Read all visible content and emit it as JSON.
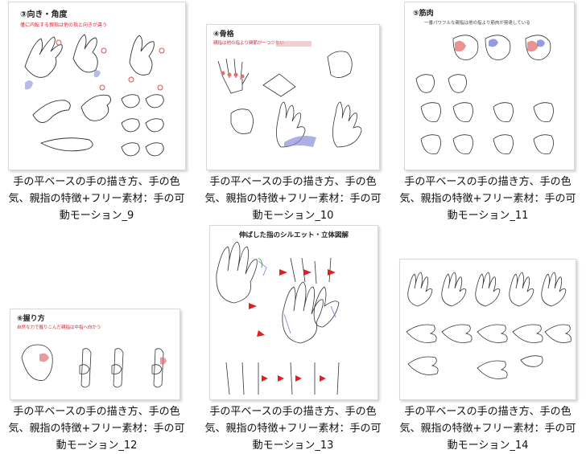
{
  "gallery": {
    "items": [
      {
        "caption_lines": [
          "手の平ベースの手の描き方、手の色",
          "気、親指の特徴+フリー素材：手の可",
          "動モーション_9"
        ],
        "thumb_title": "③向き・角度",
        "thumb_subtitle": "僅に内転する親指は他の指と向きが違う",
        "accent_color": "#d8243a"
      },
      {
        "caption_lines": [
          "手の平ベースの手の描き方、手の色",
          "気、親指の特徴+フリー素材：手の可",
          "動モーション_10"
        ],
        "thumb_title": "④骨格",
        "thumb_subtitle": "親指は他の指より関節が一つ少ない",
        "accent_color": "#d8243a"
      },
      {
        "caption_lines": [
          "手の平ベースの手の描き方、手の色",
          "気、親指の特徴+フリー素材：手の可",
          "動モーション_11"
        ],
        "thumb_title": "⑤筋肉",
        "thumb_subtitle": "一番パワフルな親指は他の指より筋肉が発達している",
        "accent_color": "#d8243a"
      },
      {
        "caption_lines": [
          "手の平ベースの手の描き方、手の色",
          "気、親指の特徴+フリー素材：手の可",
          "動モーション_12"
        ],
        "thumb_title": "⑥握り方",
        "thumb_subtitle": "自然な力で握りこんだ親指は中指へ向かう",
        "accent_color": "#d8243a"
      },
      {
        "caption_lines": [
          "手の平ベースの手の描き方、手の色",
          "気、親指の特徴+フリー素材：手の可",
          "動モーション_13"
        ],
        "thumb_title": "伸ばした指のシルエット・立体図解",
        "thumb_subtitle": "",
        "accent_color": "#d8243a"
      },
      {
        "caption_lines": [
          "手の平ベースの手の描き方、手の色",
          "気、親指の特徴+フリー素材：手の可",
          "動モーション_14"
        ],
        "thumb_title": "",
        "thumb_subtitle": "",
        "accent_color": "#333333"
      }
    ]
  }
}
